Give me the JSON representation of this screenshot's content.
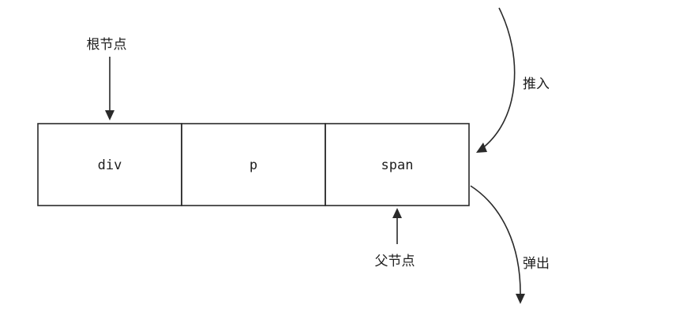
{
  "stack": {
    "cells": [
      "div",
      "p",
      "span"
    ]
  },
  "labels": {
    "root_node": "根节点",
    "parent_node": "父节点",
    "push": "推入",
    "pop": "弹出"
  }
}
